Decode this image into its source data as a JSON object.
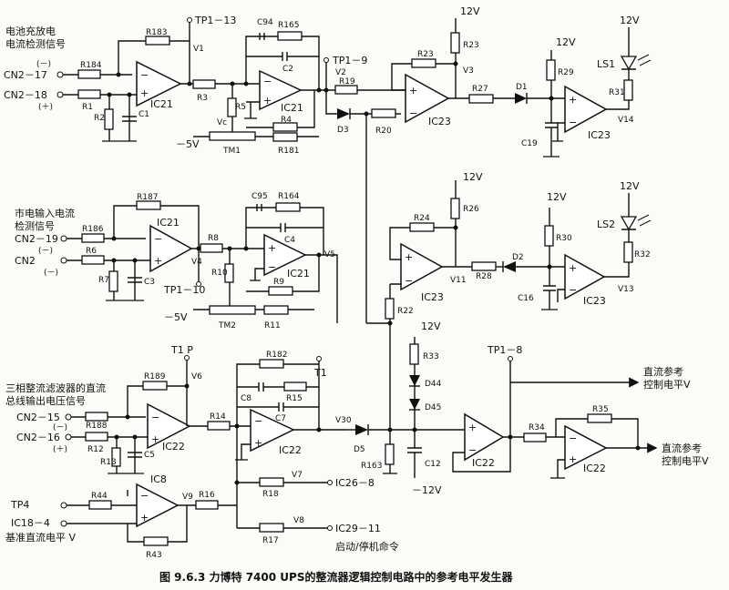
{
  "caption": "图 9.6.3   力博特 7400 UPS的整流器逻辑控制电路中的参考电平发生器",
  "signals": {
    "battery_current": [
      "电池充放电",
      "电流检测信号"
    ],
    "mains_current": [
      "市电输入电流",
      "检测信号"
    ],
    "dc_bus": [
      "三相整流滤波器的直流",
      "总线输出电压信号"
    ],
    "base_ref": "基准直流电平 V",
    "start_stop": "启动/停机命令",
    "out_a": [
      "直流参考",
      "控制电平V"
    ],
    "out_b": [
      "直流参考",
      "控制电平V"
    ]
  },
  "connectors": {
    "cn2_17": "CN2－17",
    "cn2_18": "CN2－18",
    "cn2_19": "CN2－19",
    "cn2_20": "CN2",
    "cn2_15": "CN2－15",
    "cn2_16": "CN2－16",
    "tp4": "TP4",
    "ic18_4": "IC18－4",
    "ic26_8": "IC26－8",
    "ic29_11": "IC29－11",
    "tp1_13": "TP1－13",
    "tp1_9": "TP1－9",
    "tp1_10": "TP1－10",
    "tp1_8": "TP1－8",
    "t1p": "T1  P",
    "t1": "T1"
  },
  "supplies": {
    "p12": "12V",
    "m5": "－5V",
    "m12": "－12V"
  },
  "chips": {
    "ic21": "IC21",
    "ic22": "IC22",
    "ic23": "IC23",
    "ic8": "IC8"
  },
  "components": {
    "R183": "R183",
    "R184": "R184",
    "R1": "R1",
    "R2": "R2",
    "C1": "C1",
    "R3": "R3",
    "R5": "R5",
    "C94": "C94",
    "R165": "R165",
    "C2": "C2",
    "R4": "R4",
    "R181": "R181",
    "TM1": "TM1",
    "R19": "R19",
    "D3": "D3",
    "R20": "R20",
    "R23a": "R23",
    "R23b": "R23",
    "R27": "R27",
    "D1": "D1",
    "R29": "R29",
    "C19": "C19",
    "R31": "R31",
    "LS1": "LS1",
    "R187": "R187",
    "R186": "R186",
    "R6": "R6",
    "R7": "R7",
    "C3": "C3",
    "R8": "R8",
    "R10": "R10",
    "C95": "C95",
    "R164": "R164",
    "C4": "C4",
    "R9": "R9",
    "R11": "R11",
    "TM2": "TM2",
    "R24": "R24",
    "R26": "R26",
    "R28": "R28",
    "D2": "D2",
    "R30": "R30",
    "C16": "C16",
    "R32": "R32",
    "LS2": "LS2",
    "R22": "R22",
    "R33": "R33",
    "D44": "D44",
    "D45": "D45",
    "C12": "C12",
    "R163": "R163",
    "R189": "R189",
    "R188": "R188",
    "R12": "R12",
    "R13": "R13",
    "C5": "C5",
    "R14": "R14",
    "R182": "R182",
    "C8": "C8",
    "R15": "R15",
    "C7": "C7",
    "D5": "D5",
    "R18": "R18",
    "R17": "R17",
    "R16": "R16",
    "R44": "R44",
    "R43": "R43",
    "R34": "R34",
    "R35": "R35"
  },
  "nodes": {
    "V1": "V1",
    "V2": "V2",
    "V3": "V3",
    "V14": "V14",
    "Vc": "Vc",
    "V4": "V4",
    "V5": "V5",
    "V11": "V11",
    "V13": "V13",
    "V6": "V6",
    "V30": "V30",
    "V7": "V7",
    "V8": "V8",
    "V9": "V9",
    "minus": "(－)",
    "plus": "(＋)"
  }
}
